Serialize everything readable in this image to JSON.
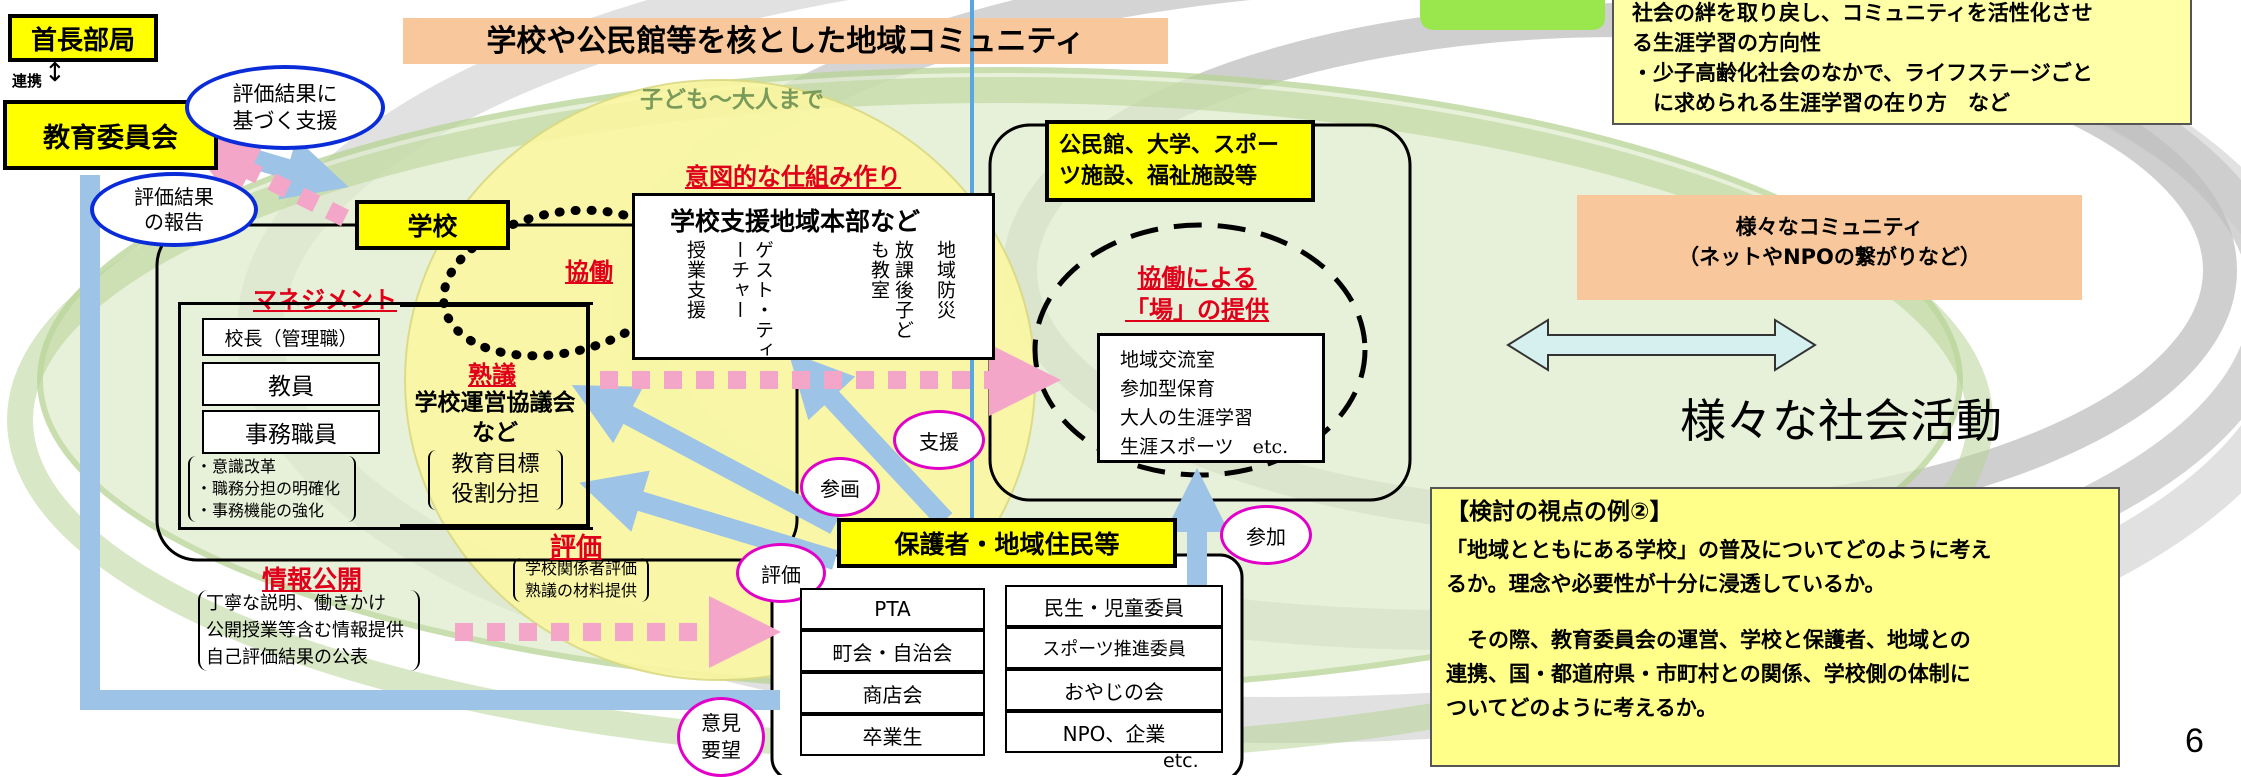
{
  "title": "学校や公民館等を核とした地域コミュニティ",
  "age_range": "子ども～大人まで",
  "shuchou": "首長部局",
  "renkei": "連携",
  "kyouiku_iinkai": "教育委員会",
  "oval_shien": [
    "評価結果に",
    "基づく支援"
  ],
  "oval_houkoku": [
    "評価結果",
    "の報告"
  ],
  "gakkou": "学校",
  "management": {
    "title": "マネジメント",
    "roles": [
      "校長（管理職）",
      "教員",
      "事務職員"
    ],
    "notes": [
      "・意識改革",
      "・職務分担の明確化",
      "・事務機能の強化"
    ]
  },
  "kyoudou": "協働",
  "jukugi": "熟議",
  "council": {
    "name": [
      "学校運営協議会",
      "など"
    ],
    "items": [
      "教育目標",
      "役割分担"
    ]
  },
  "shikumi": "意図的な仕組み作り",
  "honbu": {
    "title": "学校支援地域本部など",
    "columns": [
      "授業支援",
      "ゲスト・ティーチャー",
      "放課後子ども教室",
      "地域防災"
    ]
  },
  "facilities": [
    "公民館、大学、スポー",
    "ツ施設、福祉施設等"
  ],
  "ba": {
    "title": [
      "協働による",
      "「場」の提供"
    ],
    "items": [
      "地域交流室",
      "参加型保育",
      "大人の生涯学習",
      "生涯スポーツ　etc."
    ]
  },
  "labels": {
    "shien": "支援",
    "sankaku": "参画",
    "sanka": "参加",
    "hyouka_oval": "評価",
    "iken": [
      "意見",
      "要望"
    ]
  },
  "hyouka": {
    "title": "評価",
    "items": [
      "学校関係者評価",
      "熟議の材料提供"
    ]
  },
  "jouhou": {
    "title": "情報公開",
    "items": [
      "丁寧な説明、働きかけ",
      "公開授業等含む情報提供",
      "自己評価結果の公表"
    ]
  },
  "residents": "保護者・地域住民等",
  "groups_left": [
    "PTA",
    "町会・自治会",
    "商店会",
    "卒業生"
  ],
  "groups_right": [
    "民生・児童委員",
    "スポーツ推進委員",
    "おやじの会",
    "NPO、企業"
  ],
  "etc": "etc.",
  "top_note": [
    "社会の絆を取り戻し、コミュニティを活性化させ",
    "る生涯学習の方向性",
    "・少子高齢化社会のなかで、ライフステージごと",
    "　に求められる生涯学習の在り方　など"
  ],
  "community": [
    "様々なコミュニティ",
    "（ネットやNPOの繋がりなど）"
  ],
  "social": "様々な社会活動",
  "bottom_note": {
    "title": "【検討の視点の例②】",
    "p1": [
      "「地域とともにある学校」の普及についてどのように考え",
      "るか。理念や必要性が十分に浸透しているか。"
    ],
    "p2": [
      "　その際、教育委員会の運営、学校と保護者、地域との",
      "連携、国・都道府県・市町村との関係、学校側の体制に",
      "ついてどのように考えるか。"
    ]
  },
  "page_number": "6",
  "colors": {
    "yellow": "#ffff00",
    "red": "#e0001a",
    "arrow_blue": "#9dc3e6",
    "arrow_pink": "#f4a6c8",
    "peach": "#f8c89c",
    "ellipse_green": "#d6e6b8"
  }
}
